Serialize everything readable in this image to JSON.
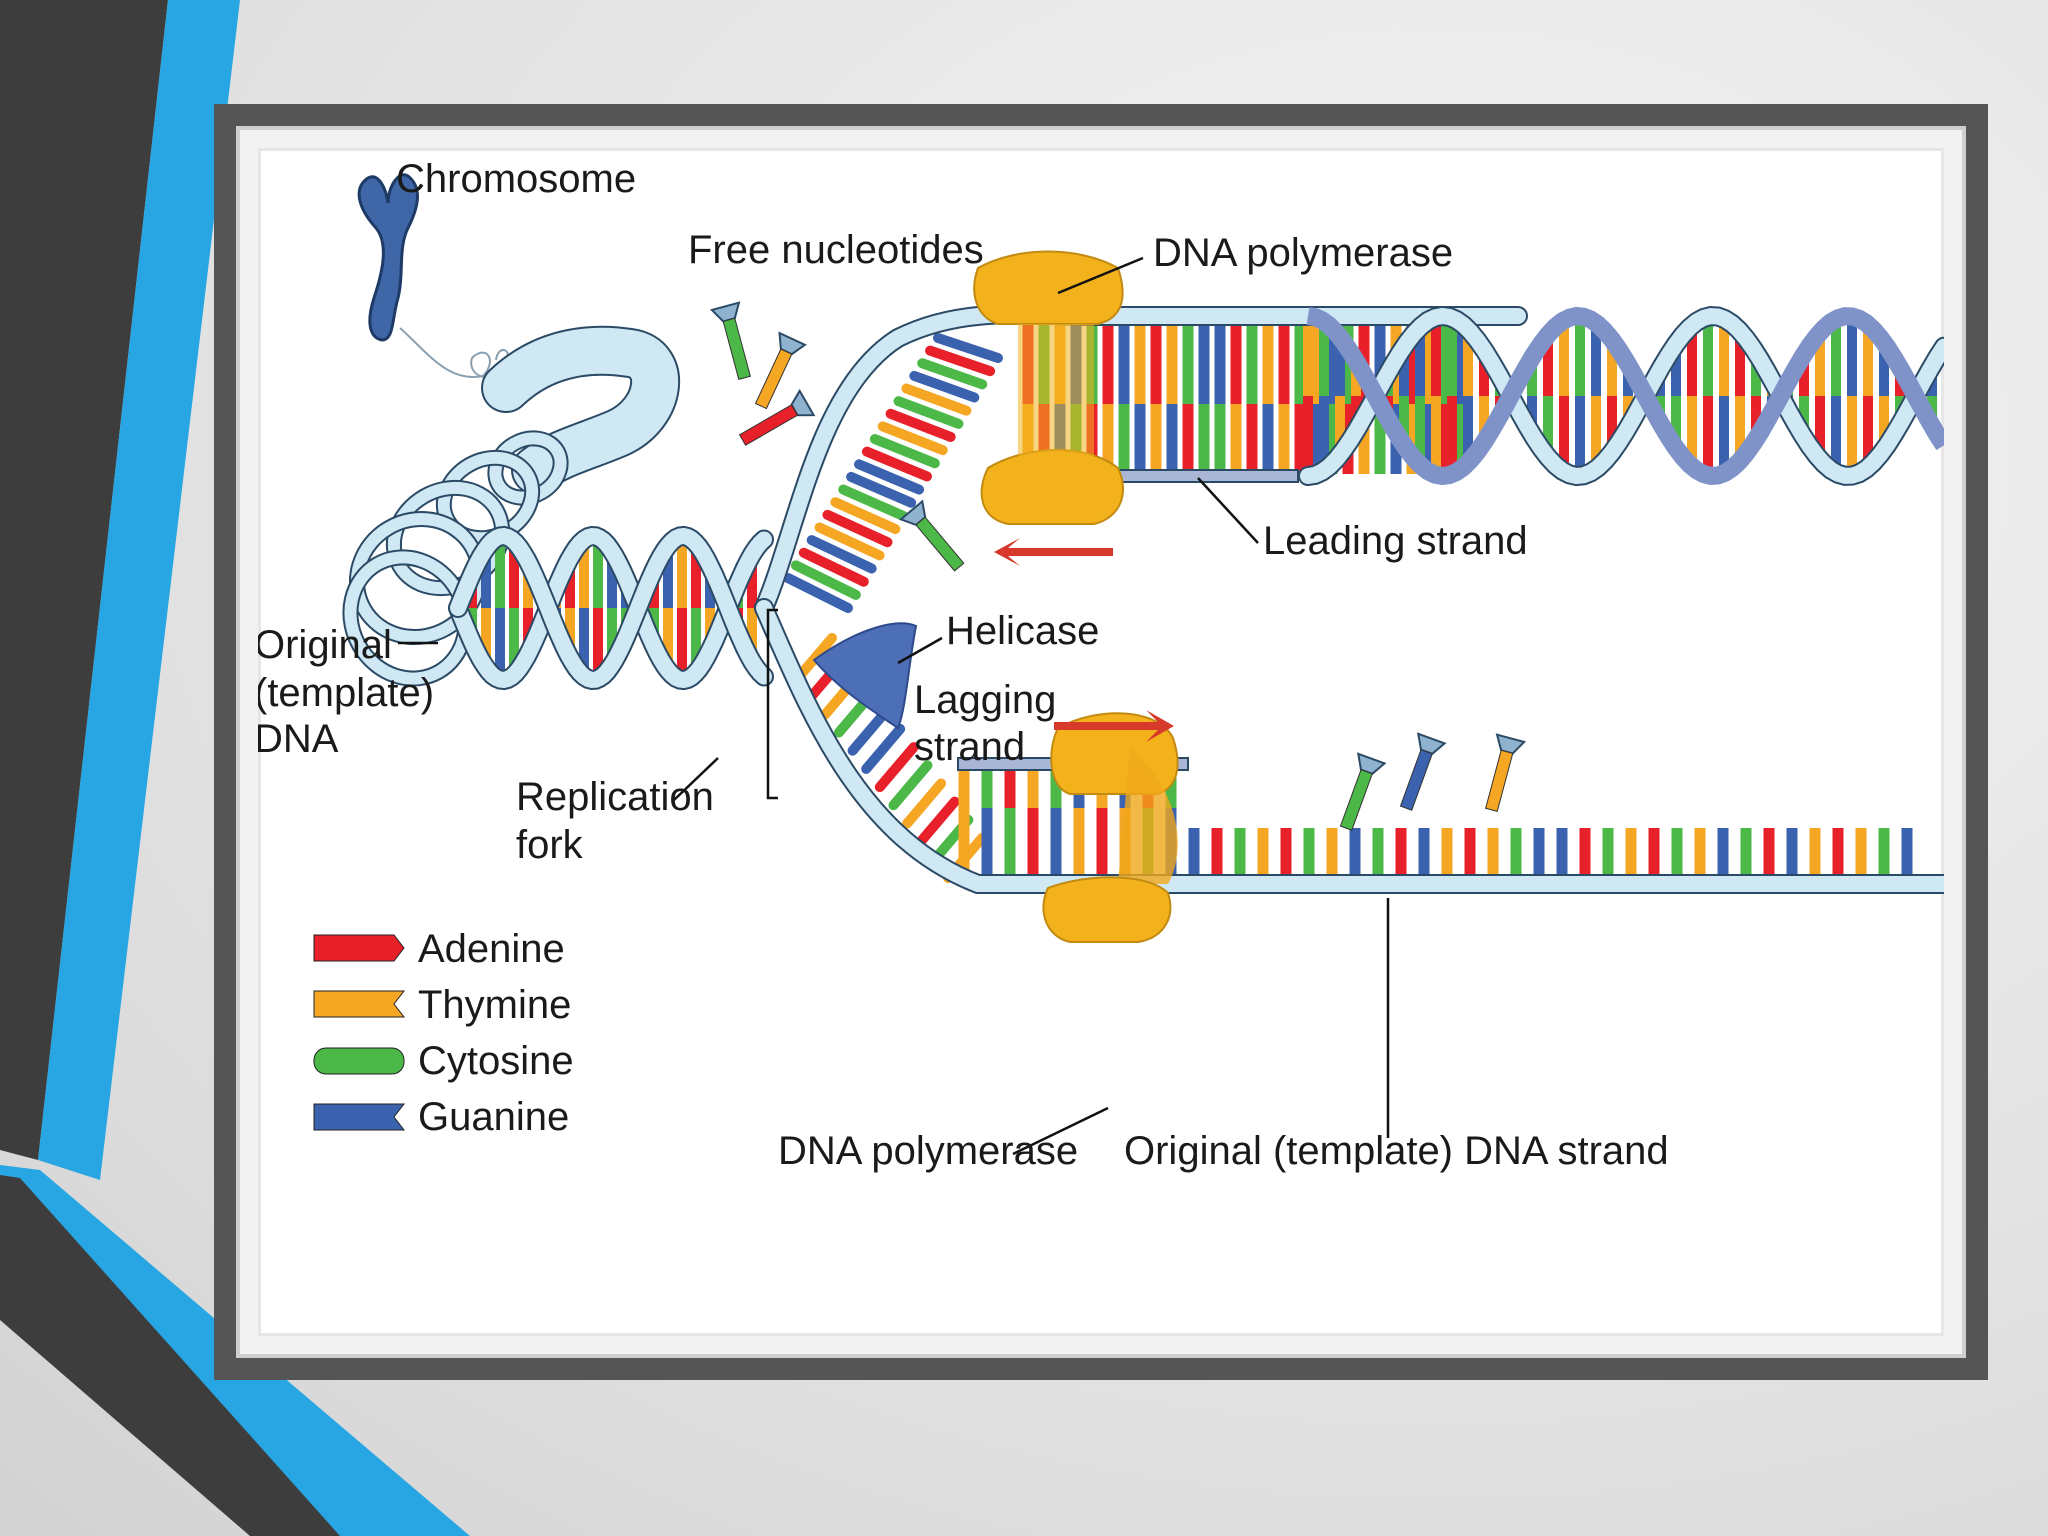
{
  "labels": {
    "chromosome": "Chromosome",
    "free_nucleotides": "Free nucleotides",
    "dna_polymerase_top": "DNA polymerase",
    "leading_strand": "Leading strand",
    "helicase": "Helicase",
    "lagging_strand_line1": "Lagging",
    "lagging_strand_line2": "strand",
    "original_dna_line1": "Original",
    "original_dna_line2": "(template)",
    "original_dna_line3": "DNA",
    "replication_fork_line1": "Replication",
    "replication_fork_line2": "fork",
    "dna_polymerase_bottom": "DNA polymerase",
    "original_template_strand": "Original (template) DNA strand"
  },
  "legend": [
    {
      "name": "Adenine",
      "color": "#e8202a"
    },
    {
      "name": "Thymine",
      "color": "#f5a623"
    },
    {
      "name": "Cytosine",
      "color": "#4cb848"
    },
    {
      "name": "Guanine",
      "color": "#3b62ae"
    }
  ],
  "colors": {
    "backbone": "#cfe8f3",
    "backbone_edge": "#2b4a66",
    "polymerase": "#f3b21c",
    "helicase": "#4d6fb8",
    "arrow": "#d73a2b",
    "slide_blue": "#27a6e3",
    "slide_dark": "#3d3d3d"
  }
}
